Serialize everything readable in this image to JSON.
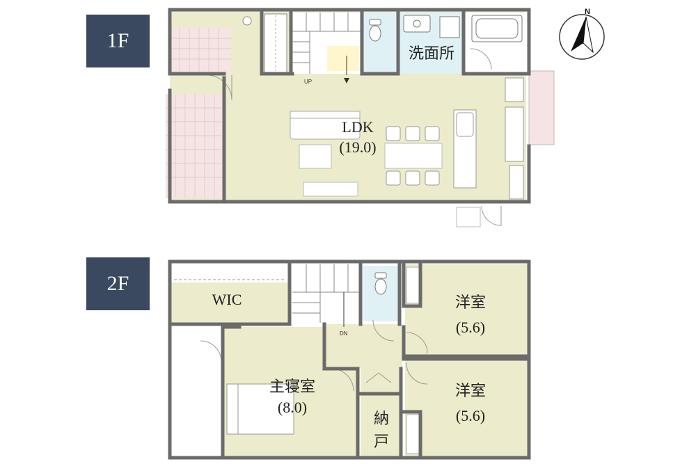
{
  "floors": {
    "first": {
      "badge": "1F",
      "rooms": {
        "ldk_name": "LDK",
        "ldk_area": "(19.0)",
        "washroom": "洗面所"
      },
      "stair_label": "UP"
    },
    "second": {
      "badge": "2F",
      "rooms": {
        "wic": "WIC",
        "master_name": "主寝室",
        "master_area": "(8.0)",
        "western1_name": "洋室",
        "western1_area": "(5.6)",
        "western2_name": "洋室",
        "western2_area": "(5.6)",
        "closet_line1": "納",
        "closet_line2": "戸"
      },
      "stair_label": "DN"
    }
  },
  "compass": {
    "north_label": "N"
  },
  "colors": {
    "wall": "#6b6b6b",
    "room_fill": "#ecebcb",
    "wet_fill": "#dff1f4",
    "tile_fill": "#f6e4e4",
    "badge_bg": "#3a4860"
  }
}
